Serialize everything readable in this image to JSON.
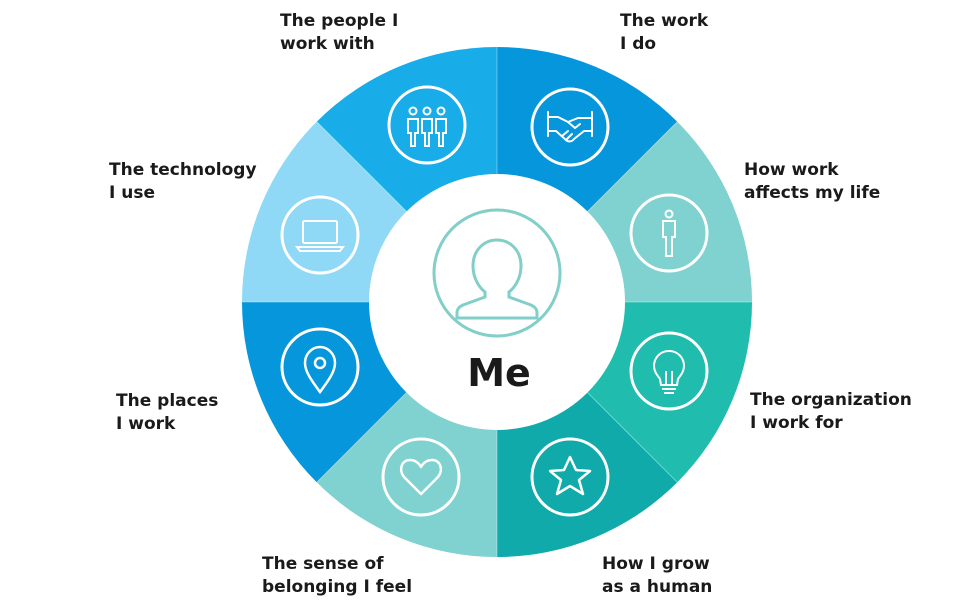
{
  "center": {
    "label": "Me",
    "icon": "person-icon"
  },
  "colors": {
    "dark_blue": "#0696dc",
    "mid_blue": "#18ade9",
    "light_blue": "#8fd8f6",
    "light_teal": "#7fd2cf",
    "teal": "#20bcae",
    "dark_teal": "#0faaa9",
    "center_ring": "#82cfc9"
  },
  "segments": [
    {
      "id": "people",
      "line1": "The people I",
      "line2": "work with",
      "icon": "people-icon"
    },
    {
      "id": "work",
      "line1": "The work",
      "line2": "I do",
      "icon": "handshake-icon"
    },
    {
      "id": "life",
      "line1": "How work",
      "line2": "affects my life",
      "icon": "person-figure-icon"
    },
    {
      "id": "organization",
      "line1": "The organization",
      "line2": "I work for",
      "icon": "lightbulb-icon"
    },
    {
      "id": "grow",
      "line1": "How I grow",
      "line2": "as a human",
      "icon": "star-icon"
    },
    {
      "id": "belonging",
      "line1": "The sense of",
      "line2": "belonging I feel",
      "icon": "heart-icon"
    },
    {
      "id": "places",
      "line1": "The places",
      "line2": "I work",
      "icon": "location-pin-icon"
    },
    {
      "id": "technology",
      "line1": "The technology",
      "line2": "I use",
      "icon": "laptop-icon"
    }
  ]
}
